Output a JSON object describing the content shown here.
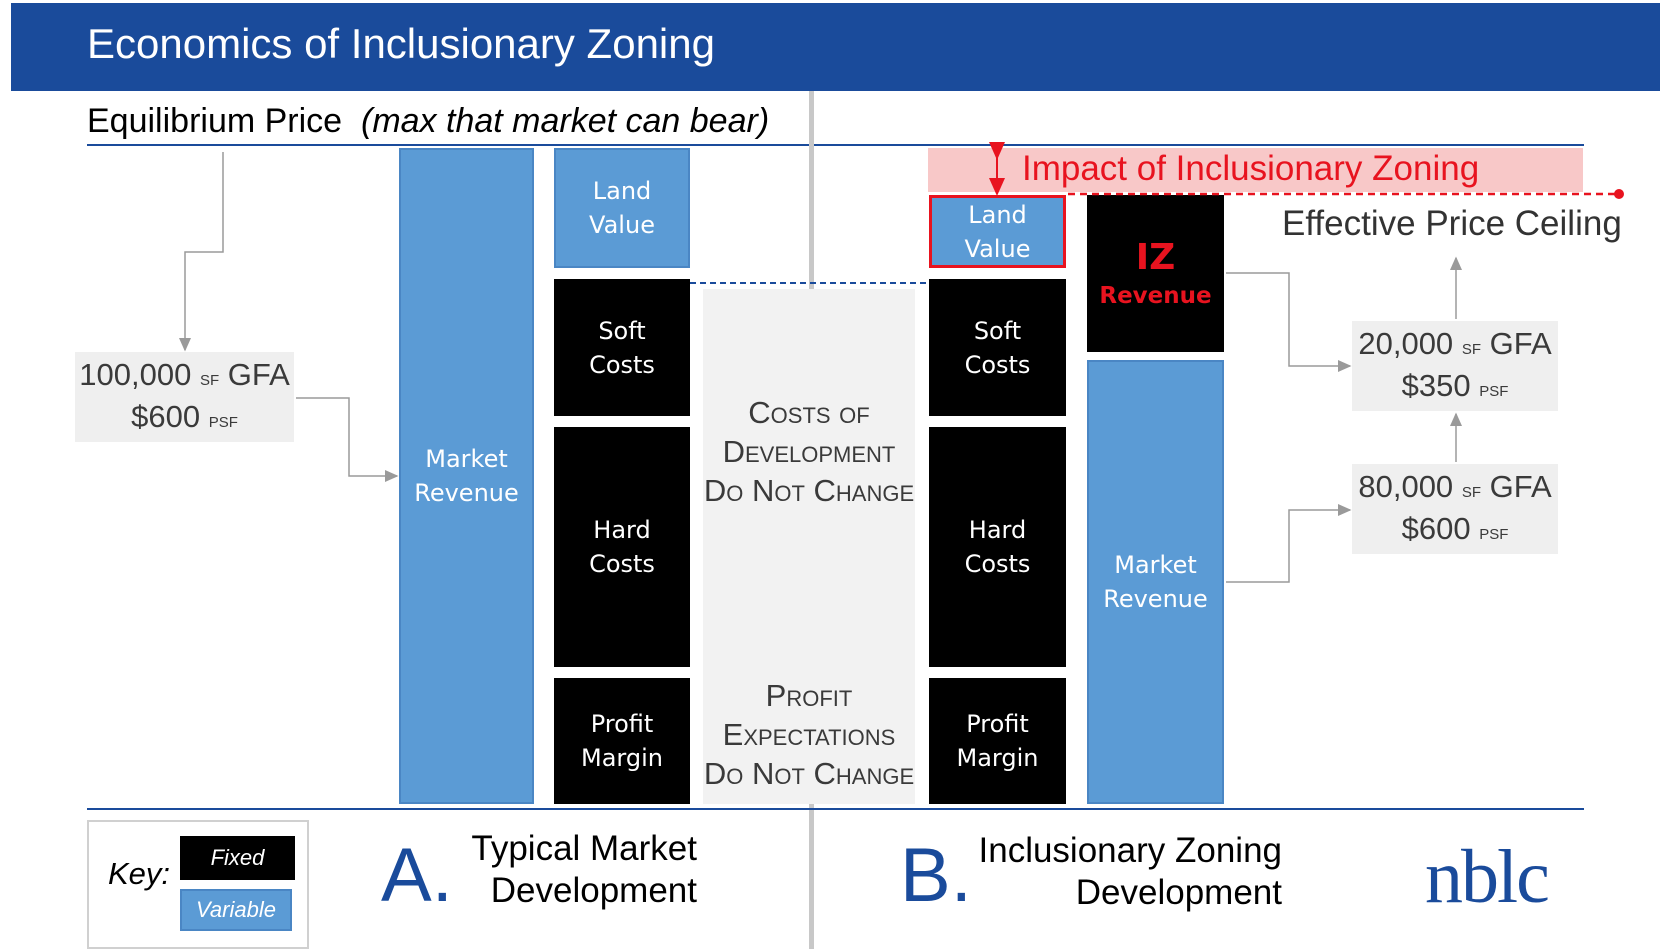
{
  "header": {
    "title": "Economics of Inclusionary Zoning"
  },
  "equilibrium": {
    "label": "Equilibrium Price",
    "note": "(max that market can bear)"
  },
  "left_info": {
    "line1_num": "100,000",
    "line1_unit": "sf",
    "line1_suffix": "GFA",
    "line2_num": "$600",
    "line2_unit": "psf"
  },
  "scenario_a": {
    "market_revenue": "Market\nRevenue",
    "land_value": "Land\nValue",
    "soft_costs": "Soft\nCosts",
    "hard_costs": "Hard\nCosts",
    "profit_margin": "Profit\nMargin"
  },
  "middle": {
    "costs_note": "Costs of\nDevelopment\nDo Not Change",
    "profit_note": "Profit\nExpectations\nDo Not Change"
  },
  "scenario_b": {
    "land_value": "Land\nValue",
    "soft_costs": "Soft\nCosts",
    "hard_costs": "Hard\nCosts",
    "profit_margin": "Profit\nMargin",
    "iz_title": "IZ",
    "iz_sub": "Revenue",
    "market_revenue": "Market\nRevenue"
  },
  "impact": {
    "label": "Impact of Inclusionary Zoning"
  },
  "ceiling": {
    "label": "Effective Price Ceiling"
  },
  "right_info_top": {
    "line1_num": "20,000",
    "line1_unit": "sf",
    "line1_suffix": "GFA",
    "line2_num": "$350",
    "line2_unit": "psf"
  },
  "right_info_bottom": {
    "line1_num": "80,000",
    "line1_unit": "sf",
    "line1_suffix": "GFA",
    "line2_num": "$600",
    "line2_unit": "psf"
  },
  "key": {
    "label": "Key:",
    "fixed": "Fixed",
    "variable": "Variable"
  },
  "caption_a": {
    "letter": "A.",
    "text": "Typical Market\nDevelopment"
  },
  "caption_b": {
    "letter": "B.",
    "text": "Inclusionary Zoning\nDevelopment"
  },
  "logo": {
    "text": "nblc"
  },
  "colors": {
    "navy": "#1a4b9b",
    "variable_blue": "#5b9bd5",
    "fixed_black": "#000000",
    "impact_red": "#e8131f",
    "impact_band": "#f8c8c8"
  }
}
